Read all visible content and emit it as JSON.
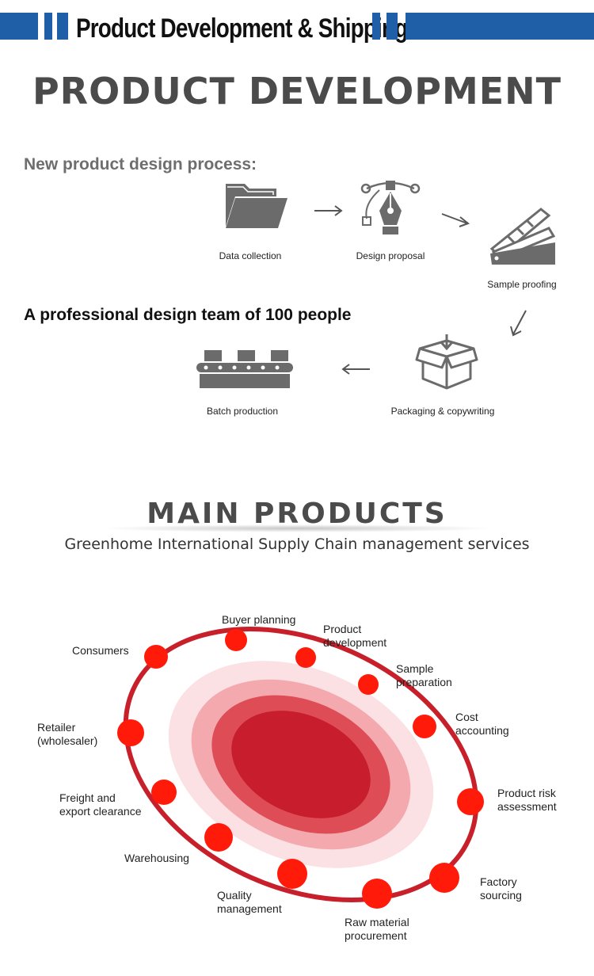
{
  "banner": {
    "title": "Product Development & Shipping"
  },
  "product_development": {
    "heading": "PRODUCT DEVELOPMENT",
    "process_title": "New product design process:",
    "team_text": "A professional design team of 100 people",
    "steps": {
      "data_collection": "Data collection",
      "design_proposal": "Design proposal",
      "sample_proofing": "Sample proofing",
      "packaging": "Packaging & copywriting",
      "batch_production": "Batch production"
    },
    "icons": [
      "folder-icon",
      "pen-tool-icon",
      "color-swatch-icon",
      "package-box-icon",
      "production-line-icon"
    ]
  },
  "main_products": {
    "heading": "MAIN PRODUCTS",
    "subheading": "Greenhome International Supply Chain management services",
    "nodes": {
      "buyer_planning": "Buyer planning",
      "product_development_1": "Product",
      "product_development_2": "development",
      "sample_preparation_1": "Sample",
      "sample_preparation_2": "preparation",
      "cost_accounting_1": "Cost",
      "cost_accounting_2": "accounting",
      "product_risk_1": "Product risk",
      "product_risk_2": "assessment",
      "factory_sourcing_1": "Factory",
      "factory_sourcing_2": "sourcing",
      "raw_material_1": "Raw material",
      "raw_material_2": "procurement",
      "quality_management_1": "Quality",
      "quality_management_2": "management",
      "warehousing": "Warehousing",
      "freight_1": "Freight and",
      "freight_2": "export clearance",
      "retailer_1": "Retailer",
      "retailer_2": "(wholesaler)",
      "consumers": "Consumers"
    }
  },
  "colors": {
    "banner_blue": "#1f5fa8",
    "ring_red": "#c8202a",
    "node_red": "#ff1a0a",
    "icon_gray": "#6b6b6b"
  }
}
